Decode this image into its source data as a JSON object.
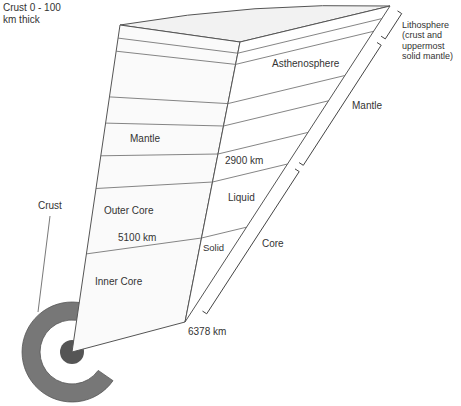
{
  "diagram": {
    "labels": [
      "Crust 0 - 100 km thick",
      "Asthenosphere",
      "Lithosphere (crust and uppermost solid mantle)",
      "Mantle",
      "Mantle",
      "Crust",
      "2900 km",
      "Outer Core",
      "5100 km",
      "Liquid",
      "Inner Core",
      "Solid",
      "6378 km",
      "Core"
    ]
  }
}
